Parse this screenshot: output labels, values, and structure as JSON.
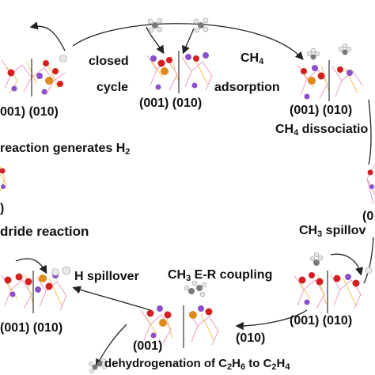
{
  "labels": {
    "closed_line1": "closed",
    "closed_line2": "cycle",
    "ch4_line1": "CH4",
    "ch4_line2": "adsorption",
    "top_facets": "(001) (010)",
    "topleft_facets": "001) (010)",
    "topright_facets": "(001) (010)",
    "ch4_dissociation": "CH4 dissociatio",
    "reaction_h2": "reaction generates H2",
    "hydride_reaction": "dride reaction",
    "left_paren": ")",
    "right_paren": "(0",
    "ch3_spillover": "CH3 spillov",
    "h_spillover": "H spillover",
    "ch3_er_coupling": "CH3 E-R coupling",
    "bottom_mid_left": "(001)",
    "bottom_mid_right": "(010)",
    "bottom_left_facets": "(001)  (010)",
    "bottom_right_facets": "(001) (010)",
    "dehydrogenation": "dehydrogenation of C2H6 to C2H4"
  },
  "colors": {
    "oxygen": "#d42020",
    "metal": "#e08a1a",
    "dopant": "#8a4fc9",
    "hydrogen": "#e8e8e8",
    "carbon": "#7a7a7a",
    "bond_pink": "#e89ac8",
    "bond_yellow": "#f2c45a",
    "arrow": "#222222"
  }
}
